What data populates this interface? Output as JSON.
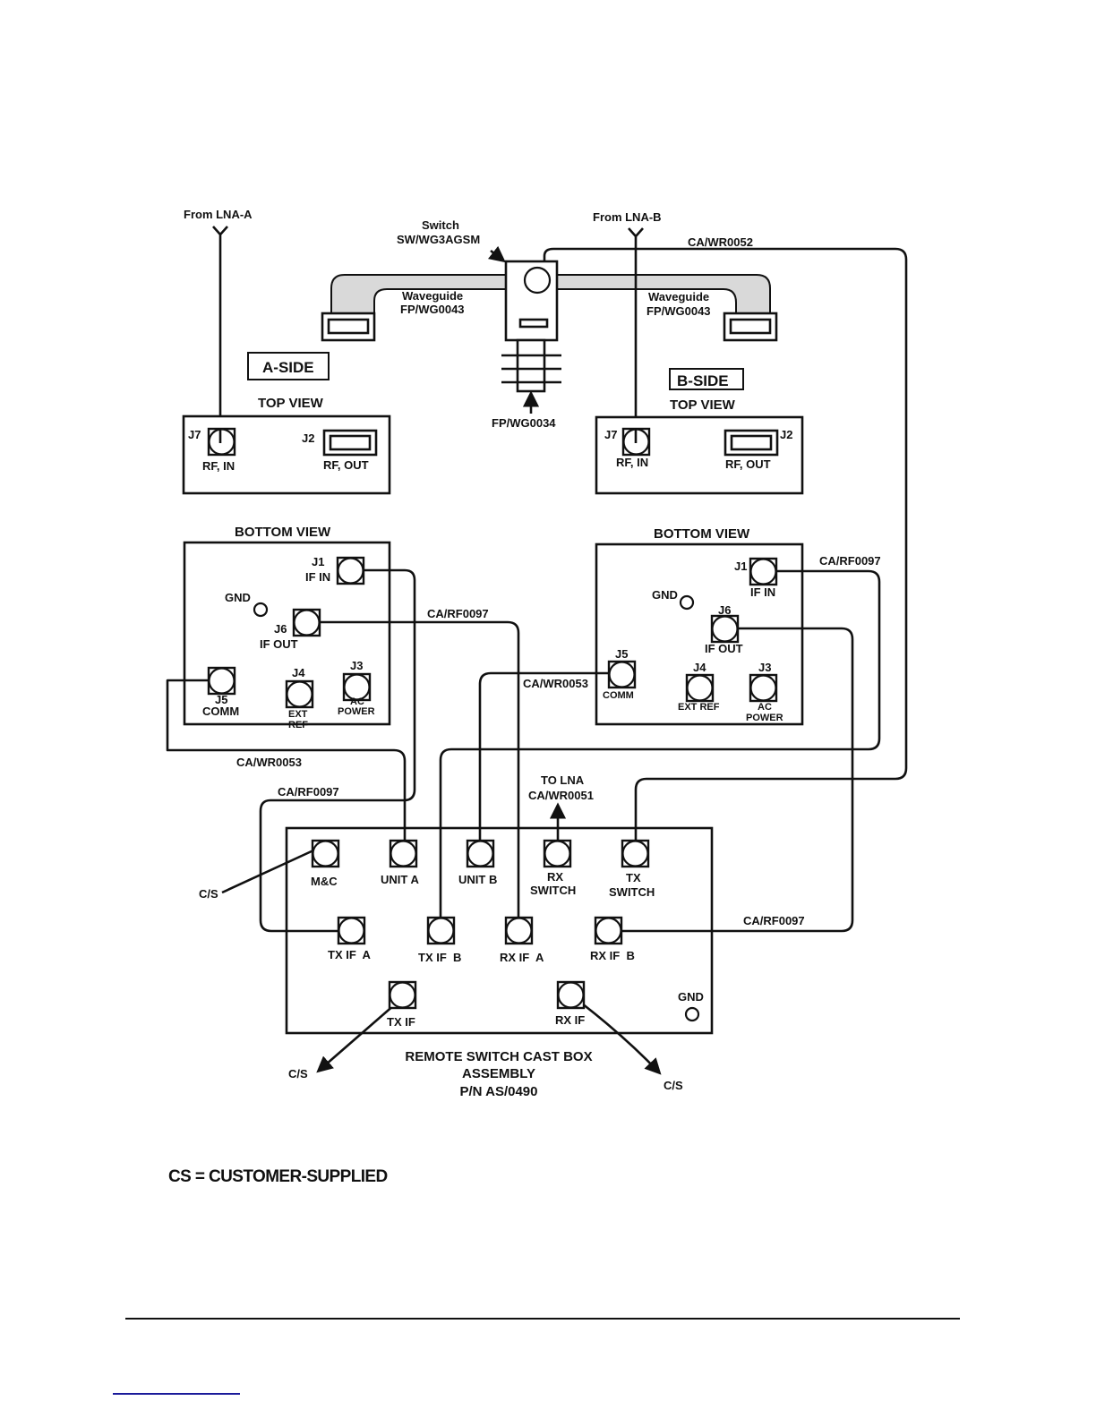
{
  "page": {
    "legend": "CS = CUSTOMER-SUPPLIED"
  },
  "diagram": {
    "lna_a_label": "From LNA-A",
    "lna_b_label": "From LNA-B",
    "switch_label_1": "Switch",
    "switch_label_2": "SW/WG3AGSM",
    "waveguide_left_1": "Waveguide",
    "waveguide_left_2": "FP/WG0043",
    "waveguide_right_1": "Waveguide",
    "waveguide_right_2": "FP/WG0043",
    "switch_bottom_label": "FP/WG0034",
    "cable_top_right": "CA/WR0052",
    "a_side": {
      "title": "A-SIDE",
      "top_view": "TOP VIEW",
      "bottom_view": "BOTTOM VIEW",
      "j7": "J7",
      "rf_in": "RF, IN",
      "j2": "J2",
      "rf_out": "RF, OUT",
      "j1": "J1",
      "if_in": "IF IN",
      "gnd": "GND",
      "j6": "J6",
      "if_out": "IF OUT",
      "j5": "J5",
      "comm": "COMM",
      "j4": "J4",
      "ext": "EXT",
      "ref": "REF",
      "j3": "J3",
      "ac": "AC",
      "power": "POWER"
    },
    "b_side": {
      "title": "B-SIDE",
      "top_view": "TOP VIEW",
      "bottom_view": "BOTTOM VIEW",
      "j7": "J7",
      "rf_in": "RF, IN",
      "j2": "J2",
      "rf_out": "RF, OUT",
      "j1": "J1",
      "if_in": "IF IN",
      "gnd": "GND",
      "j6": "J6",
      "if_out": "IF OUT",
      "j5": "J5",
      "comm": "COMM",
      "j4": "J4",
      "ext_ref": "EXT REF",
      "j3": "J3",
      "ac": "AC",
      "power": "POWER"
    },
    "cables": {
      "a_rf0097": "CA/RF0097",
      "b_rf0097": "CA/RF0097",
      "b_wr0053": "CA/WR0053",
      "a_wr0053": "CA/WR0053",
      "left_rf0097": "CA/RF0097",
      "right_rf0097": "CA/RF0097",
      "to_lna_1": "TO LNA",
      "to_lna_2": "CA/WR0051"
    },
    "box": {
      "mc": "M&C",
      "unit_a": "UNIT A",
      "unit_b": "UNIT B",
      "rx_switch_1": "RX",
      "rx_switch_2": "SWITCH",
      "tx_switch_1": "TX",
      "tx_switch_2": "SWITCH",
      "tx_if_a": "TX IF  A",
      "tx_if_b": "TX IF  B",
      "rx_if_a": "RX IF  A",
      "rx_if_b": "RX IF  B",
      "tx_if": "TX IF",
      "rx_if": "RX IF",
      "gnd": "GND",
      "cs_left": "C/S",
      "cs_tx": "C/S",
      "cs_rx": "C/S",
      "title_1": "REMOTE SWITCH CAST BOX",
      "title_2": "ASSEMBLY",
      "title_3": "P/N AS/0490"
    }
  }
}
